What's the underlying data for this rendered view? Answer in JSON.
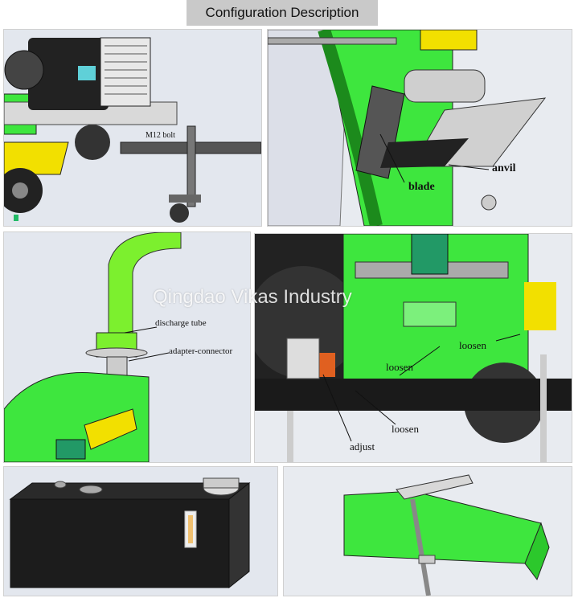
{
  "header": {
    "title": "Configuration Description"
  },
  "watermark": "Qingdao Vikas Industry",
  "panels": {
    "engine": {
      "bolt_label": "M12 bolt"
    },
    "blade": {
      "anvil_label": "anvil",
      "blade_label": "blade"
    },
    "discharge": {
      "tube_label": "discharge tube",
      "adapter_label": "adapter-connector"
    },
    "adjust": {
      "loosen_1": "loosen",
      "loosen_2": "loosen",
      "loosen_3": "loosen",
      "adjust_label": "adjust"
    }
  },
  "colors": {
    "accent_green": "#3ee63e",
    "dark": "#1a1a1a",
    "yellow": "#f2e000"
  }
}
